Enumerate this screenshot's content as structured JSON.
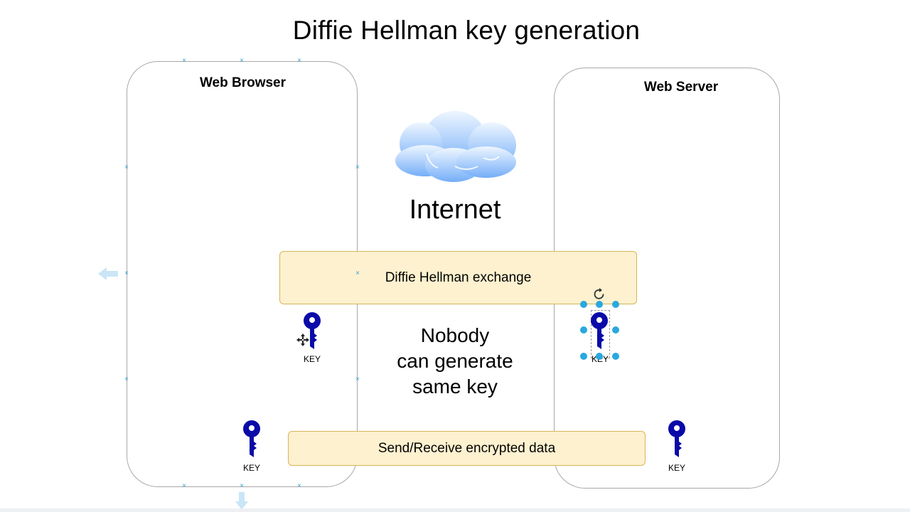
{
  "title": "Diffie Hellman key generation",
  "nodes": {
    "browser": "Web Browser",
    "server": "Web Server",
    "internet": "Internet"
  },
  "bands": {
    "exchange": "Diffie Hellman exchange",
    "data": "Send/Receive encrypted data"
  },
  "note": {
    "line1": "Nobody",
    "line2": "can generate",
    "line3": "same key"
  },
  "keys": {
    "browser_mid": "KEY",
    "browser_bottom": "KEY",
    "server_mid": "KEY",
    "server_bottom": "KEY"
  },
  "colors": {
    "key_fill": "#0a0aa8",
    "band_fill": "#fdf1cf",
    "band_border": "#d7b656",
    "selection_handle": "#29a8e0",
    "cloud_top": "#eaf4ff",
    "cloud_bottom": "#74aef8"
  },
  "icons": [
    "cloud-icon",
    "key-icon",
    "move-cursor-icon",
    "rotate-handle-icon",
    "arrow-left-icon",
    "arrow-down-icon"
  ]
}
